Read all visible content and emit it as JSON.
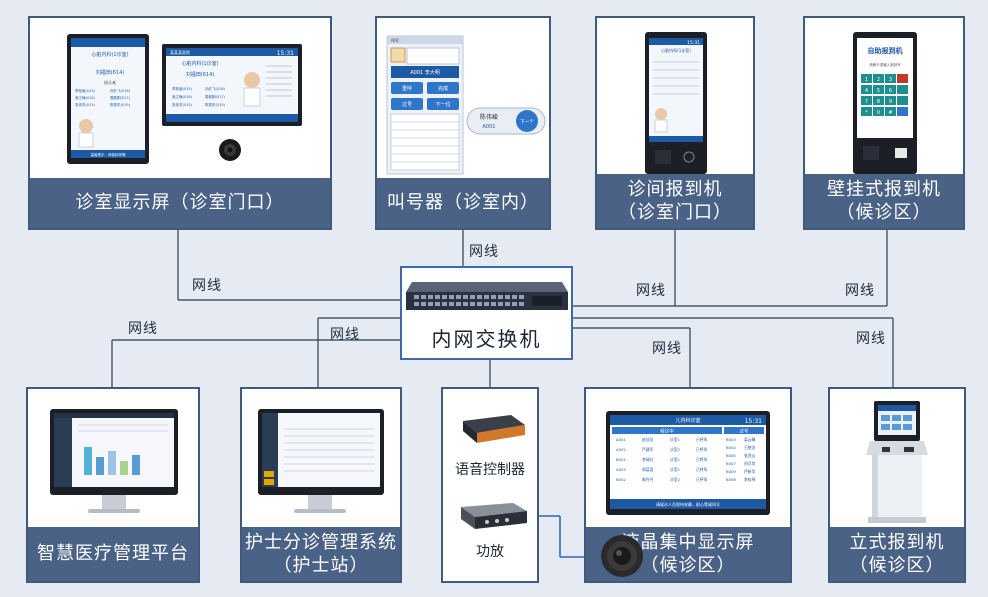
{
  "diagram": {
    "wire_label": "网线",
    "switch": {
      "label": "内网交换机"
    },
    "top_row": [
      {
        "id": "clinic-display",
        "title": [
          "诊室显示屏（诊室门口）"
        ]
      },
      {
        "id": "caller",
        "title": [
          "叫号器（诊室内）"
        ]
      },
      {
        "id": "clinic-checkin",
        "title": [
          "诊间报到机",
          "（诊室门口）"
        ]
      },
      {
        "id": "wall-checkin",
        "title": [
          "壁挂式报到机",
          "（候诊区）"
        ]
      }
    ],
    "bottom_row": [
      {
        "id": "platform",
        "title": [
          "智慧医疗管理平台"
        ]
      },
      {
        "id": "nurse-system",
        "title": [
          "护士分诊管理系统",
          "（护士站）"
        ]
      },
      {
        "id": "lcd-display",
        "title": [
          "液晶集中显示屏",
          "（候诊区）"
        ]
      },
      {
        "id": "standing-checkin",
        "title": [
          "立式报到机",
          "（候诊区）"
        ]
      }
    ],
    "audio": {
      "voice_controller": "语音控制器",
      "amplifier": "功放"
    }
  },
  "screens": {
    "clinic_display": {
      "dept": "心脏内科(1诊室)",
      "doctor": "刘福田(614)",
      "waiting": "候诊者",
      "patients": [
        "李拓南(015)",
        "孙红飞(016)",
        "吴江梅(016)",
        "周毅刚(017)",
        "张伟杰(015)",
        "陈振东(019)"
      ],
      "footer": "温馨提示：请保持安静",
      "tv_time": "15:31",
      "tv_hospital": "某某某医院"
    },
    "caller": {
      "top_left": "叫号",
      "ticket": "A001 李大明",
      "buttons": [
        "重呼",
        "完成",
        "过号",
        "下一位"
      ],
      "badge_name": "陈伟峻",
      "badge_code": "A001",
      "badge_next": "下一个"
    },
    "clinic_checkin": {
      "dept": "心脏内科(1诊室)",
      "time": "15:31"
    },
    "wall_checkin": {
      "title": "自助报到机",
      "hint": "请刷卡或输入报到号",
      "keys": [
        "1",
        "2",
        "3",
        "4",
        "5",
        "6",
        "7",
        "8",
        "9",
        "*",
        "0",
        "#"
      ]
    },
    "lcd": {
      "header": "儿内科诊室",
      "time": "15:31",
      "col_left": "候诊中",
      "col_right": "过号",
      "rows_left": [
        [
          "A001",
          "赵佳佳",
          "诊室1",
          "已呼叫"
        ],
        [
          "A002",
          "严建军",
          "诊室2",
          "已呼叫"
        ],
        [
          "B001",
          "李瑞红",
          "诊室1",
          "已呼叫"
        ],
        [
          "A003",
          "周葛君",
          "诊室1",
          "已呼叫"
        ],
        [
          "B002",
          "郭丹丹",
          "诊室2",
          "已呼叫"
        ]
      ],
      "rows_right": [
        [
          "B003",
          "梁云峰"
        ],
        [
          "B004",
          "王晓龙"
        ],
        [
          "B005",
          "张兆山"
        ],
        [
          "B007",
          "刘可欣"
        ],
        [
          "B009",
          "严新华"
        ],
        [
          "B006",
          "李桂琴"
        ]
      ],
      "footer": "请候诊人员保持安静，耐心等候叫号"
    }
  },
  "colors": {
    "card_border": "#41597a",
    "label_bg": "#4a6286",
    "bg": "#e6ebf3",
    "switch_border": "#3d6aa8"
  }
}
